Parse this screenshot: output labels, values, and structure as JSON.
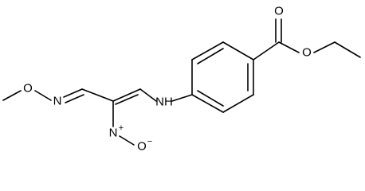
{
  "structure": {
    "atoms": {
      "carbonyl_oxygen": "O",
      "ester_oxygen": "O",
      "amine_nh": "NH",
      "oxime_nitrogen": "N",
      "methoxy_oxygen": "O",
      "nitro_nitrogen": "N",
      "nitro_oxygen": "O",
      "nitro_n_charge": "+",
      "nitro_o_charge": "−"
    }
  }
}
